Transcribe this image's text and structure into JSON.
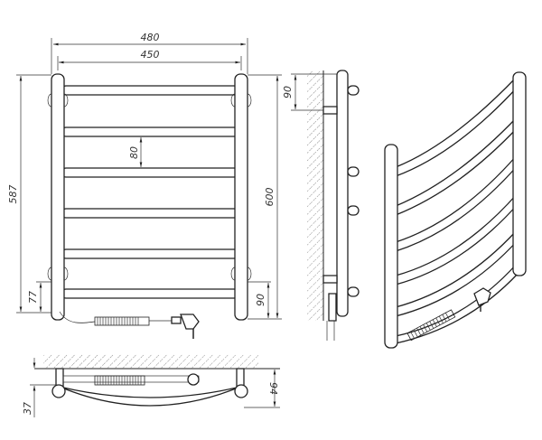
{
  "drawing": {
    "dimensions": {
      "overall_width": "480",
      "center_width": "450",
      "rail_spacing": "80",
      "left_height": "587",
      "right_height": "600",
      "left_bottom_offset": "77",
      "right_bottom_offset": "90",
      "side_top_offset": "90",
      "wall_gap": "37",
      "depth": "94"
    },
    "colors": {
      "line": "#222222",
      "dimension": "#333333",
      "background": "#ffffff"
    }
  }
}
